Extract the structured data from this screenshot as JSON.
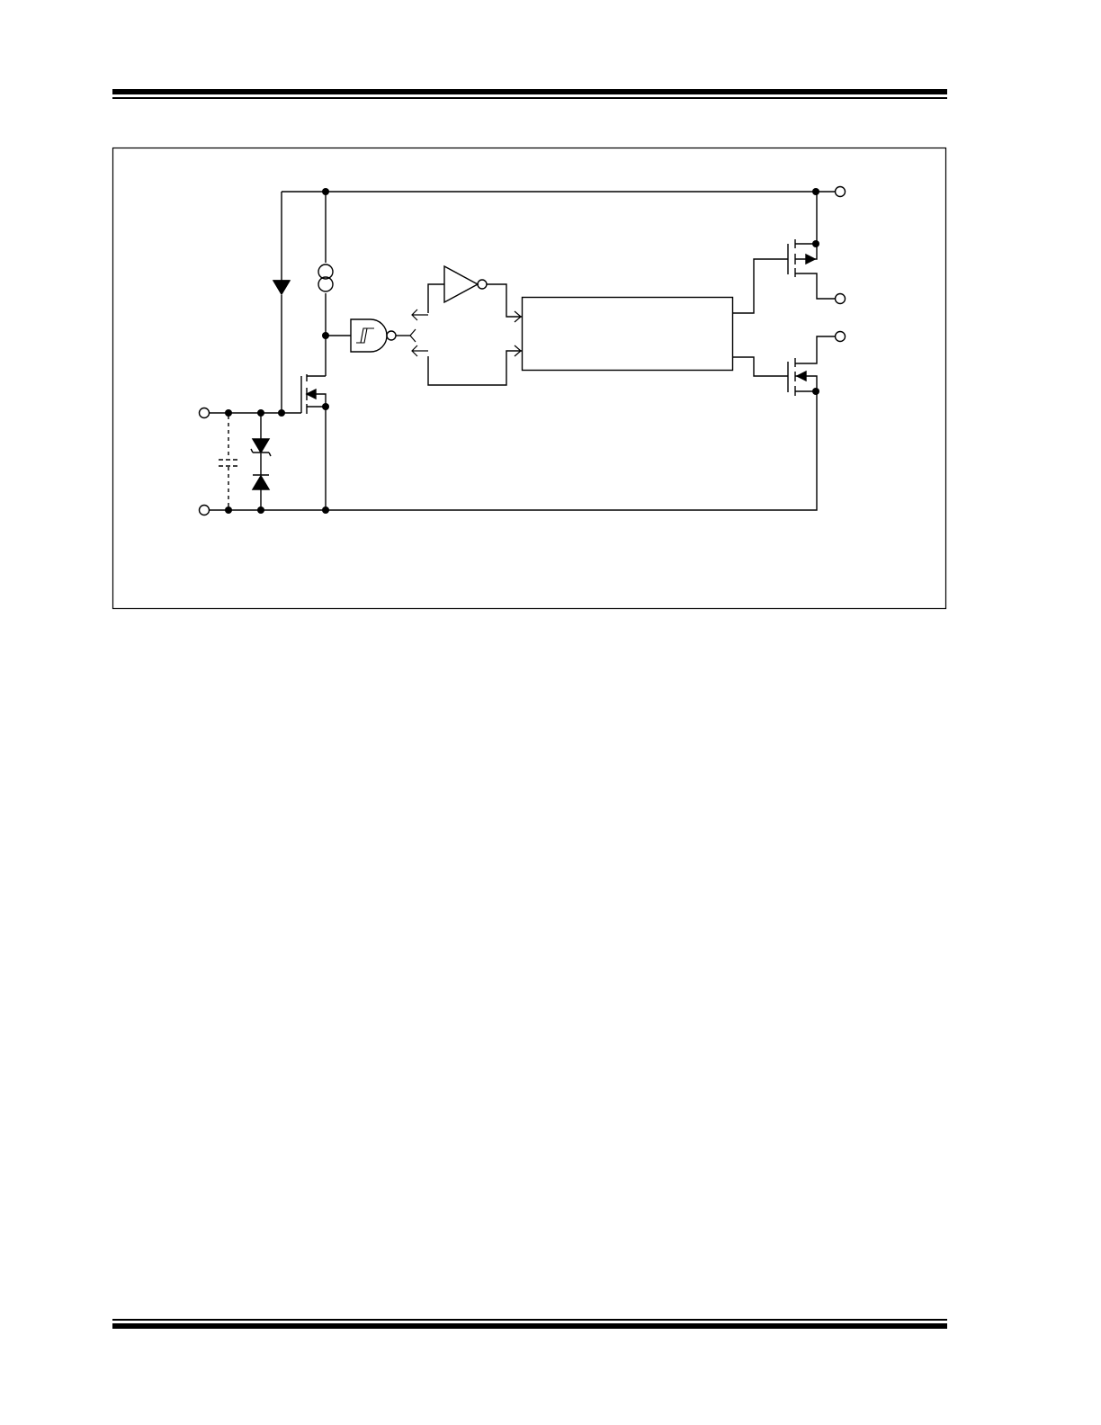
{
  "page": {
    "background": "#ffffff",
    "line_color": "#000000"
  },
  "figure": {
    "type": "circuit-schematic",
    "text_labels": [],
    "components": [
      "input-terminal-top",
      "input-terminal-bottom",
      "optional-capacitor-dashed",
      "zener-diode",
      "clamp-diode",
      "bootstrap-diode",
      "current-source",
      "pass-mosfet",
      "schmitt-nand-gate",
      "inverter",
      "logic-block",
      "output-mosfet-high",
      "output-mosfet-low",
      "output-terminal-supply",
      "output-terminal-a",
      "output-terminal-b"
    ]
  }
}
